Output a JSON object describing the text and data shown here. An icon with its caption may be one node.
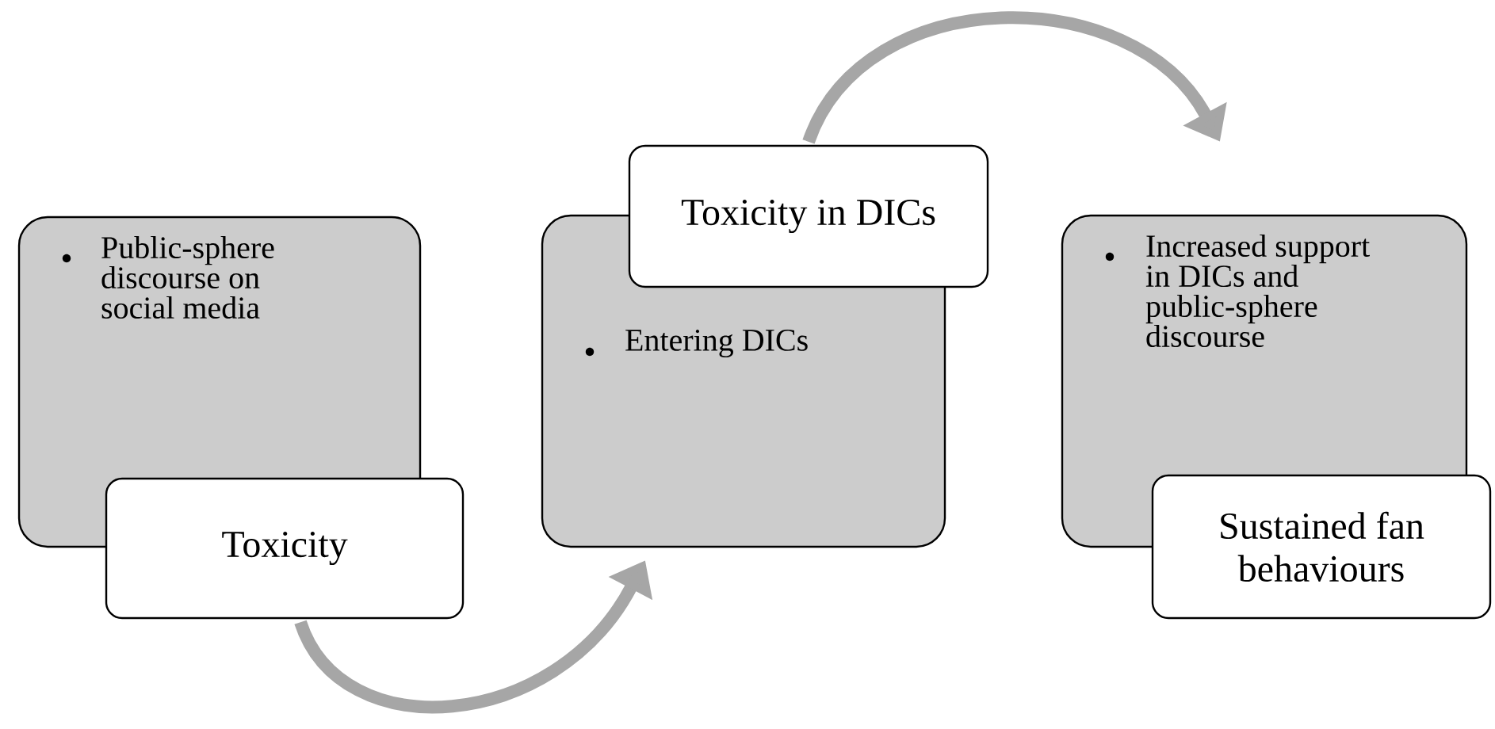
{
  "diagram": {
    "nodes": [
      {
        "text": [
          "Public-sphere discourse on social media"
        ]
      },
      {
        "text": [
          "Toxicity"
        ]
      },
      {
        "text": [
          "Entering DICs"
        ]
      },
      {
        "text": [
          "Toxicity in DICs"
        ]
      },
      {
        "text": [
          "Increased support in DICs and public-sphere discourse"
        ]
      },
      {
        "text": [
          "Sustained fan behaviours"
        ]
      }
    ],
    "edges": [
      {
        "from": 1,
        "to": 2,
        "arrow": "to"
      },
      {
        "from": 3,
        "to": 4,
        "arrow": "to"
      }
    ]
  }
}
